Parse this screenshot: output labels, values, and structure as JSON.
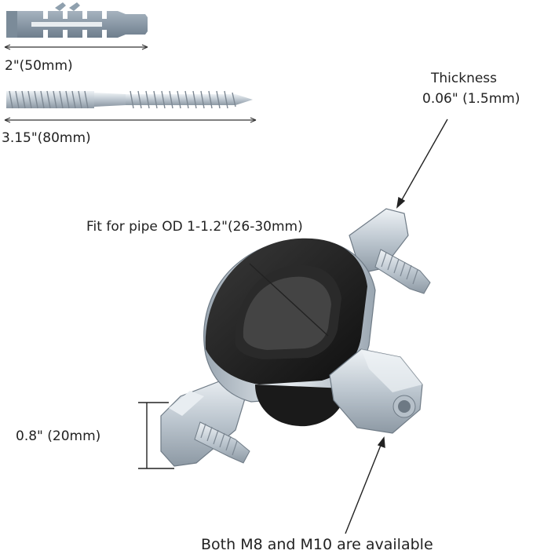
{
  "annotations": {
    "anchor_length": "2\"(50mm)",
    "screw_length": "3.15\"(80mm)",
    "thickness_title": "Thickness",
    "thickness_value": "0.06\" (1.5mm)",
    "pipe_fit": "Fit for pipe OD 1-1.2\"(26-30mm)",
    "height": "0.8\" (20mm)",
    "thread_sizes": "Both M8 and M10 are available"
  },
  "colors": {
    "anchor_plastic": "#8a9aaa",
    "zinc_metal": "#c9d2da",
    "rubber_liner": "#1c1c1c",
    "text": "#222222"
  }
}
